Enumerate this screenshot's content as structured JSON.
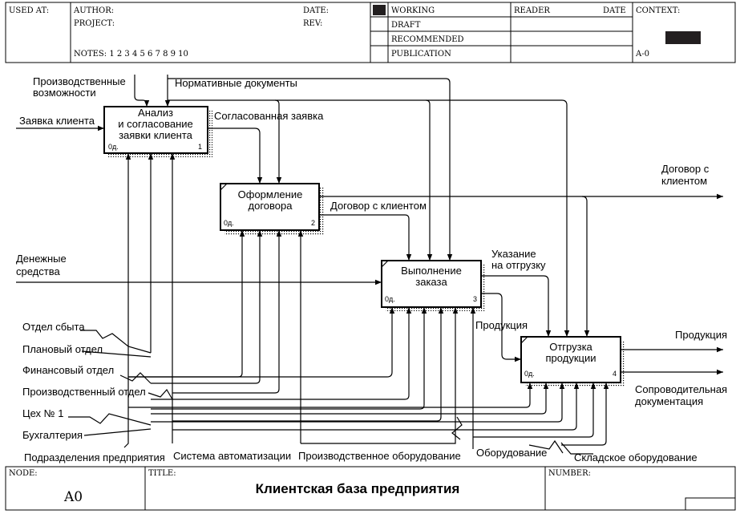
{
  "header": {
    "used_at": "USED AT:",
    "author": "AUTHOR:",
    "project": "PROJECT:",
    "date": "DATE:",
    "rev": "REV:",
    "notes": "NOTES:  1  2  3  4  5  6  7  8  9  10",
    "status": [
      "WORKING",
      "DRAFT",
      "RECOMMENDED",
      "PUBLICATION"
    ],
    "reader": "READER",
    "reader_date": "DATE",
    "context": "CONTEXT:",
    "context_node": "A-0"
  },
  "footer": {
    "node_label": "NODE:",
    "node_value": "A0",
    "title_label": "TITLE:",
    "title_value": "Клиентская база предприятия",
    "number_label": "NUMBER:"
  },
  "boxes": [
    {
      "lines": [
        "Анализ",
        "и согласование",
        "заявки клиента"
      ],
      "cost": "0д.",
      "num": "1"
    },
    {
      "lines": [
        "Оформление",
        "договора"
      ],
      "cost": "0д.",
      "num": "2"
    },
    {
      "lines": [
        "Выполнение",
        "заказа"
      ],
      "cost": "0д.",
      "num": "3"
    },
    {
      "lines": [
        "Отгрузка",
        "продукции"
      ],
      "cost": "0д.",
      "num": "4"
    }
  ],
  "arrows": {
    "prod_capabilities": [
      "Производственные",
      "возможности"
    ],
    "normative_docs": "Нормативные документы",
    "client_request": "Заявка клиента",
    "agreed_request": "Согласованная заявка",
    "contract_out": [
      "Договор с",
      "клиентом"
    ],
    "contract_with_client": "Договор с клиентом",
    "money": [
      "Денежные",
      "средства"
    ],
    "shipping_instruction": [
      "Указание",
      "на отгрузку"
    ],
    "product_mid": "Продукция",
    "product_out": "Продукция",
    "accompanying_docs": [
      "Сопроводительная",
      "документация"
    ]
  },
  "mechanisms": {
    "sales_dept": "Отдел сбыта",
    "planning_dept": "Плановый отдел",
    "finance_dept": "Финансовый отдел",
    "production_dept": "Производственный отдел",
    "workshop": "Цех № 1",
    "accounting": "Бухгалтерия",
    "enterprise_divisions": "Подразделения предприятия",
    "automation_system": "Система автоматизации",
    "production_equipment": "Производственное оборудование",
    "equipment": "Оборудование",
    "warehouse_equipment": "Складское оборудование"
  }
}
